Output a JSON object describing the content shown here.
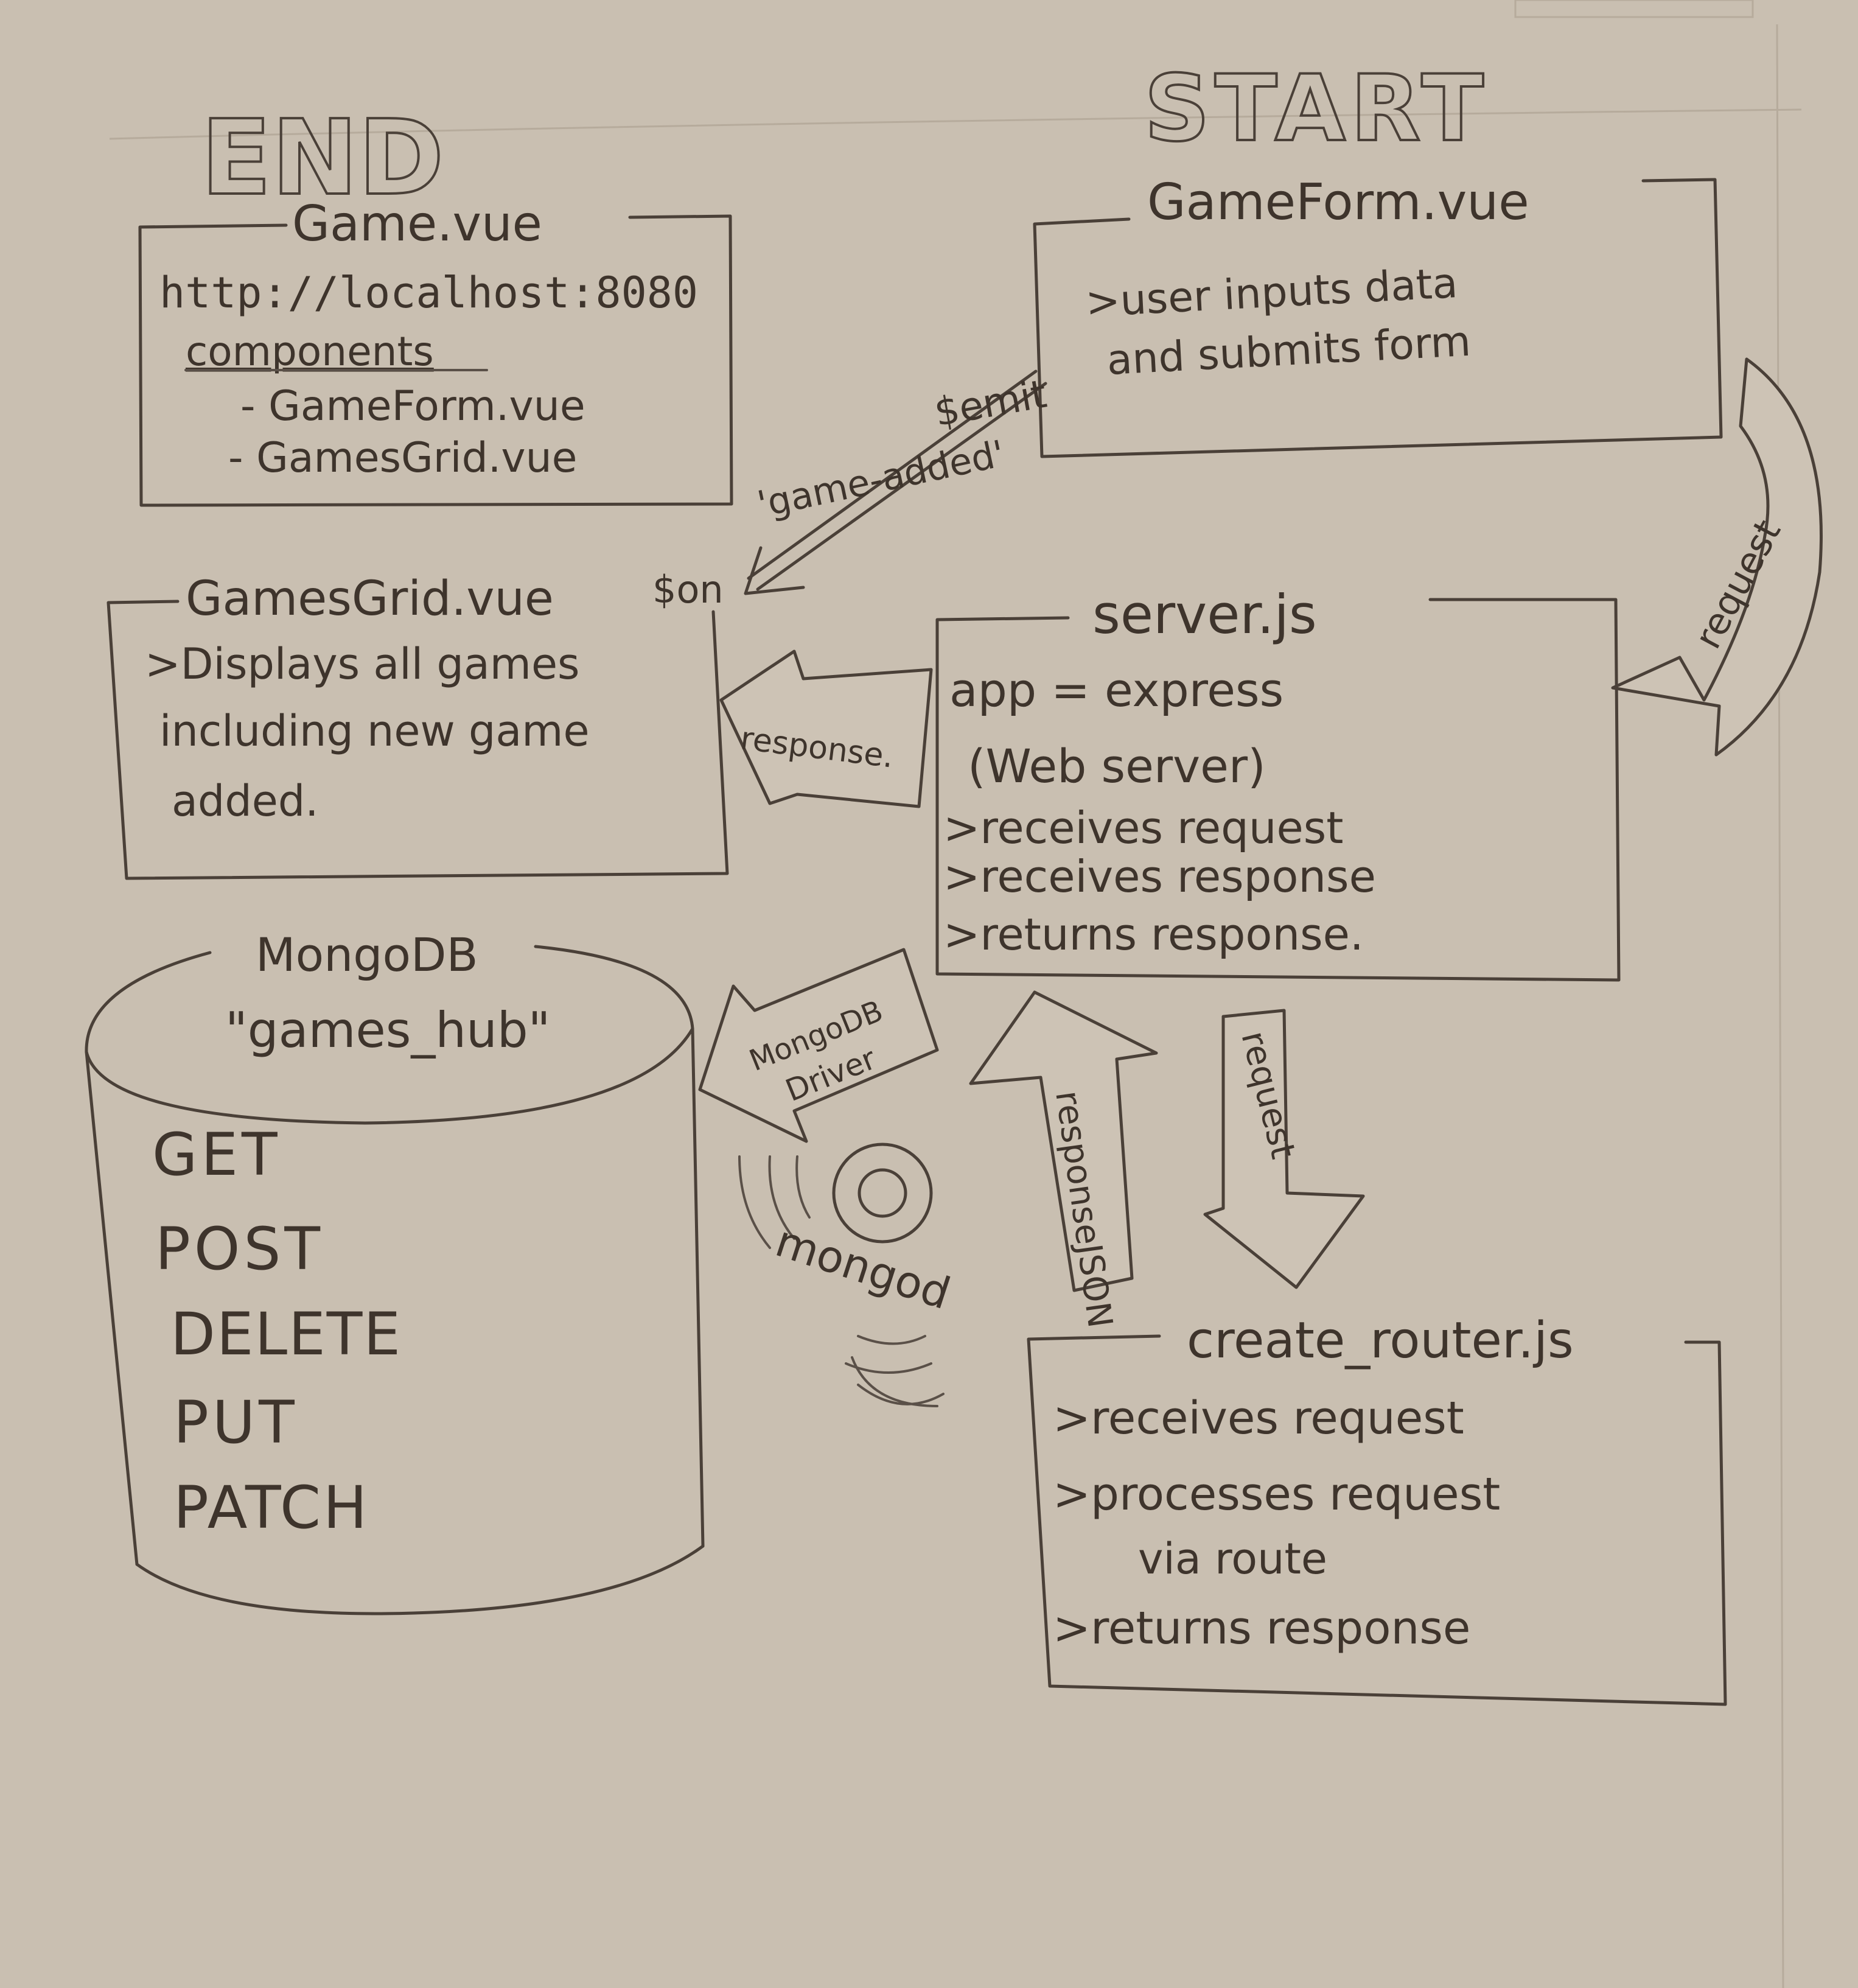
{
  "labels": {
    "end": "END",
    "start": "START"
  },
  "game_vue": {
    "title": "Game.vue",
    "url": "http://localhost:8080",
    "components_heading": "components",
    "items": [
      "- GameForm.vue",
      "- GamesGrid.vue"
    ]
  },
  "gameform_vue": {
    "title": "GameForm.vue",
    "lines": [
      ">user inputs data",
      "and submits form"
    ]
  },
  "gamesgrid_vue": {
    "title": "GamesGrid.vue",
    "title_suffix": "$on",
    "lines": [
      ">Displays all games",
      "including new game",
      "added."
    ]
  },
  "server_js": {
    "title": "server.js",
    "lines": [
      "app = express",
      "(Web server)",
      ">receives request",
      ">receives response",
      ">returns response."
    ]
  },
  "mongodb": {
    "title": "MongoDB",
    "name": "\"games_hub\"",
    "methods": [
      "GET",
      "POST",
      "DELETE",
      "PUT",
      "PATCH"
    ]
  },
  "create_router": {
    "title": "create_router.js",
    "lines": [
      ">receives request",
      ">processes request",
      "via route",
      ">returns response"
    ]
  },
  "arrows": {
    "emit_line1": "$emit",
    "emit_line2": "'game-added'",
    "request_top": "request",
    "response_left": "response.",
    "mongo_driver_line1": "MongoDB",
    "mongo_driver_line2": "Driver",
    "response_json": "responseJSON",
    "request_down": "request",
    "mongod": "mongod"
  }
}
